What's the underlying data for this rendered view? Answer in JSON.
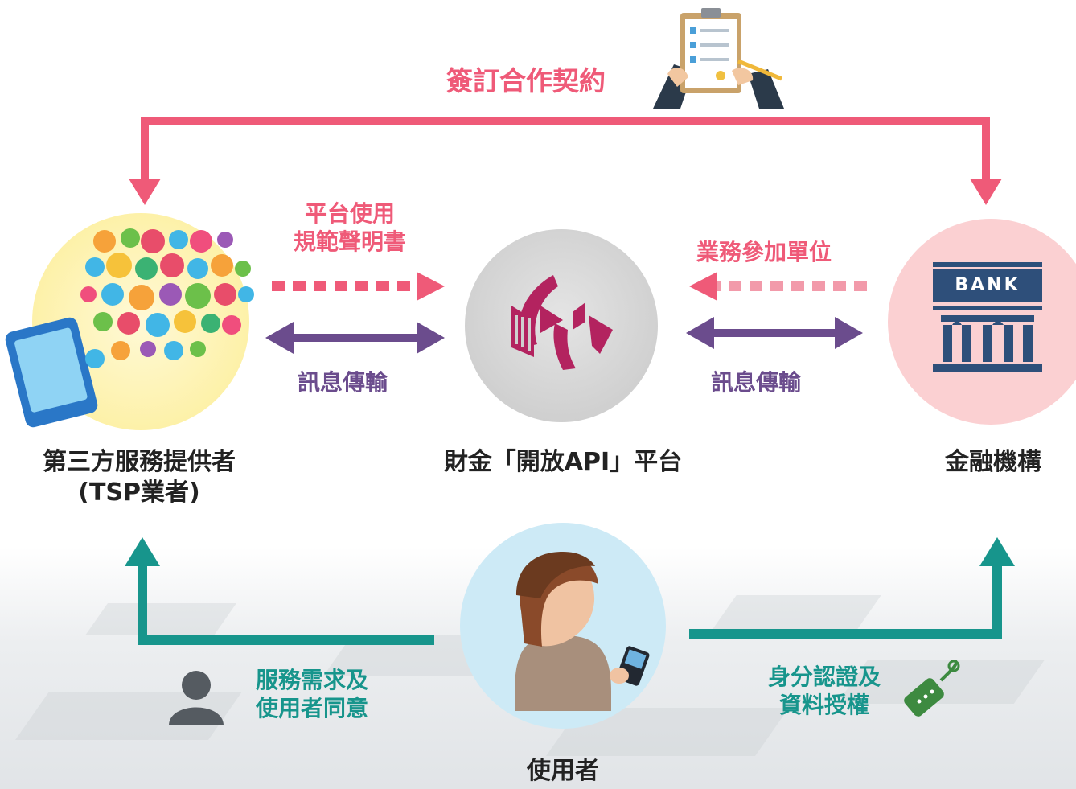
{
  "top_contract_label": "簽訂合作契約",
  "left_node": {
    "title_line1": "第三方服務提供者",
    "title_line2": "(TSP業者)"
  },
  "center_node": {
    "title": "財金「開放API」平台"
  },
  "right_node": {
    "title": "金融機構",
    "bank_sign": "BANK"
  },
  "left_dashed_label": {
    "line1": "平台使用",
    "line2": "規範聲明書"
  },
  "right_dashed_label": "業務參加單位",
  "left_message_label": "訊息傳輸",
  "right_message_label": "訊息傳輸",
  "bottom_node": {
    "title": "使用者"
  },
  "bottom_left_label": {
    "line1": "服務需求及",
    "line2": "使用者同意"
  },
  "bottom_right_label": {
    "line1": "身分認證及",
    "line2": "資料授權"
  },
  "colors": {
    "pink": "#ef5a78",
    "purple": "#6b4c8d",
    "teal": "#17958c",
    "magenta_logo": "#b3235f"
  }
}
